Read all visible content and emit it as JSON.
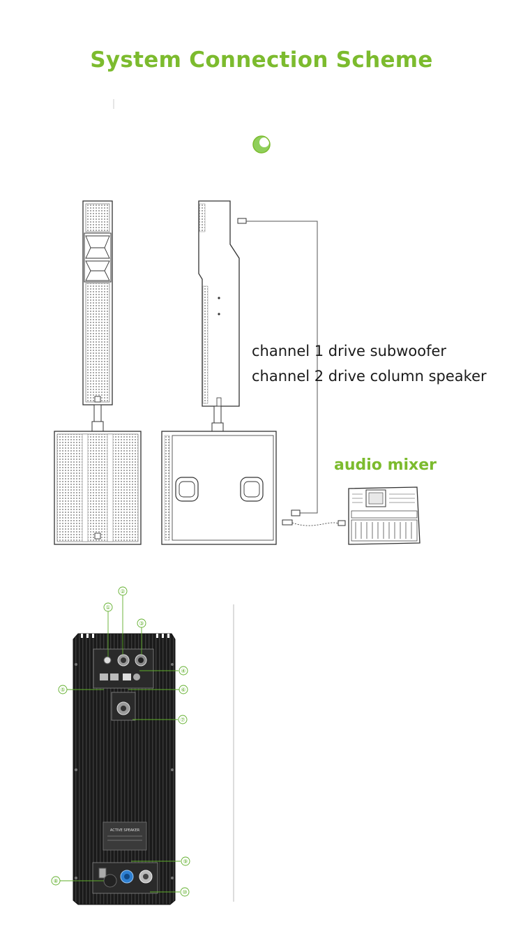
{
  "title": "System Connection Scheme",
  "notes": {
    "line1": "channel 1 drive subwoofer",
    "line2": "channel 2 drive column speaker"
  },
  "mixer_label": "audio mixer",
  "panel": {
    "callouts": [
      "①",
      "②",
      "③",
      "④",
      "⑤",
      "⑥",
      "⑦",
      "⑧",
      "⑨",
      "⑩"
    ],
    "badge_text": "ACTIVE SPEAKER"
  },
  "colors": {
    "accent": "#7cbb2e",
    "line": "#555555",
    "panel": "#1c1c1c"
  }
}
